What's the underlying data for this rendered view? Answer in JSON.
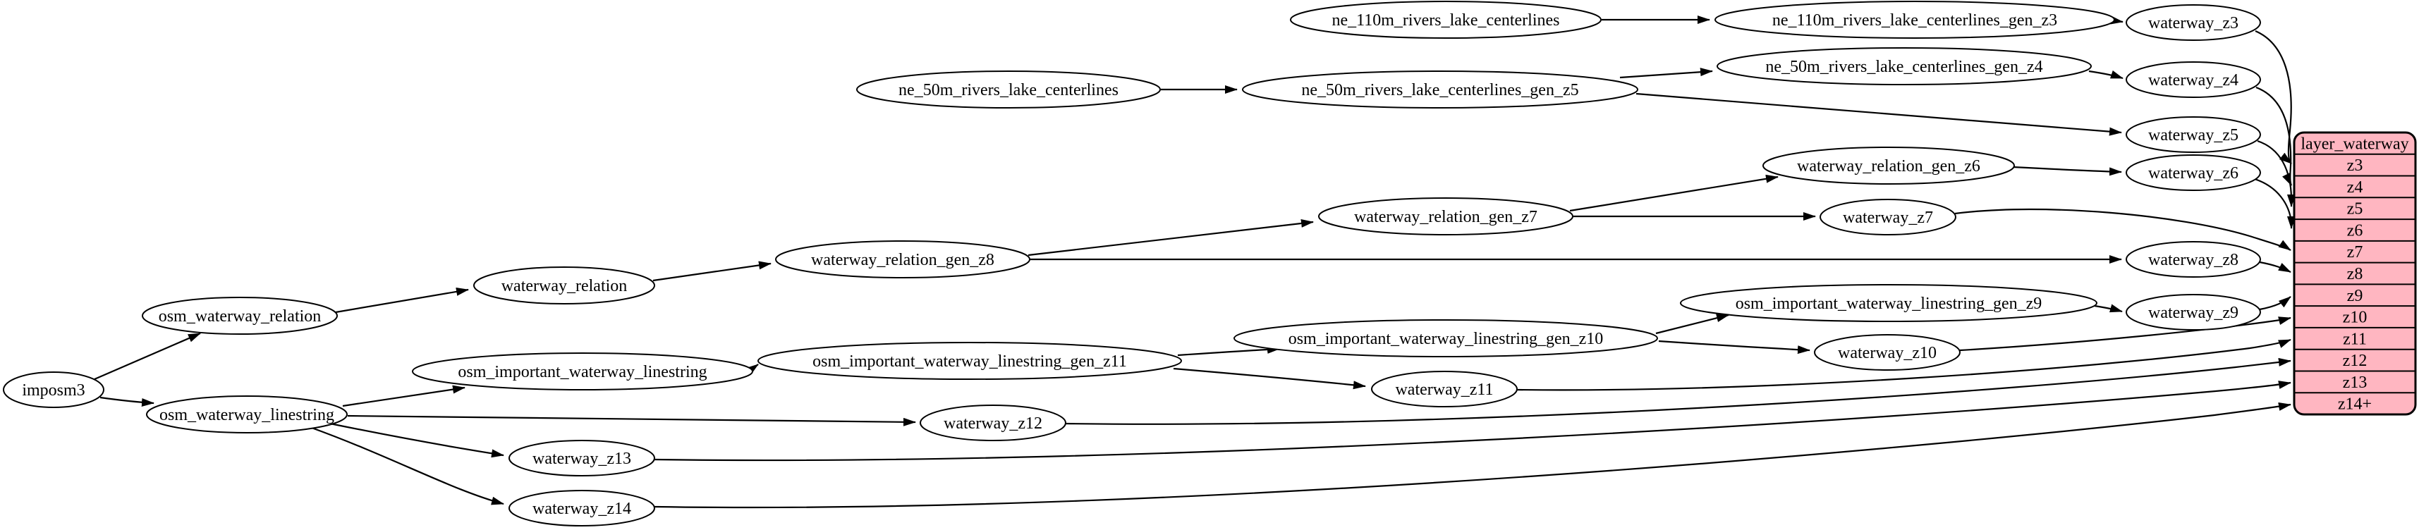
{
  "graph": {
    "background": "#ffffff",
    "node_fill": "#ffffff",
    "node_stroke": "#000000",
    "edge_color": "#000000",
    "nodes": [
      {
        "id": "imposm3",
        "label": "imposm3"
      },
      {
        "id": "osm_waterway_relation",
        "label": "osm_waterway_relation"
      },
      {
        "id": "osm_waterway_linestring",
        "label": "osm_waterway_linestring"
      },
      {
        "id": "waterway_relation",
        "label": "waterway_relation"
      },
      {
        "id": "osm_important_waterway_linestring",
        "label": "osm_important_waterway_linestring"
      },
      {
        "id": "waterway_relation_gen_z8",
        "label": "waterway_relation_gen_z8"
      },
      {
        "id": "waterway_relation_gen_z7",
        "label": "waterway_relation_gen_z7"
      },
      {
        "id": "waterway_relation_gen_z6",
        "label": "waterway_relation_gen_z6"
      },
      {
        "id": "osm_important_waterway_linestring_gen_z11",
        "label": "osm_important_waterway_linestring_gen_z11"
      },
      {
        "id": "osm_important_waterway_linestring_gen_z10",
        "label": "osm_important_waterway_linestring_gen_z10"
      },
      {
        "id": "osm_important_waterway_linestring_gen_z9",
        "label": "osm_important_waterway_linestring_gen_z9"
      },
      {
        "id": "ne_110m_rivers_lake_centerlines",
        "label": "ne_110m_rivers_lake_centerlines"
      },
      {
        "id": "ne_110m_rivers_lake_centerlines_gen_z3",
        "label": "ne_110m_rivers_lake_centerlines_gen_z3"
      },
      {
        "id": "ne_50m_rivers_lake_centerlines",
        "label": "ne_50m_rivers_lake_centerlines"
      },
      {
        "id": "ne_50m_rivers_lake_centerlines_gen_z5",
        "label": "ne_50m_rivers_lake_centerlines_gen_z5"
      },
      {
        "id": "ne_50m_rivers_lake_centerlines_gen_z4",
        "label": "ne_50m_rivers_lake_centerlines_gen_z4"
      },
      {
        "id": "waterway_z3",
        "label": "waterway_z3"
      },
      {
        "id": "waterway_z4",
        "label": "waterway_z4"
      },
      {
        "id": "waterway_z5",
        "label": "waterway_z5"
      },
      {
        "id": "waterway_z6",
        "label": "waterway_z6"
      },
      {
        "id": "waterway_z7",
        "label": "waterway_z7"
      },
      {
        "id": "waterway_z8",
        "label": "waterway_z8"
      },
      {
        "id": "waterway_z9",
        "label": "waterway_z9"
      },
      {
        "id": "waterway_z10",
        "label": "waterway_z10"
      },
      {
        "id": "waterway_z11",
        "label": "waterway_z11"
      },
      {
        "id": "waterway_z12",
        "label": "waterway_z12"
      },
      {
        "id": "waterway_z13",
        "label": "waterway_z13"
      },
      {
        "id": "waterway_z14",
        "label": "waterway_z14"
      }
    ],
    "edges": [
      {
        "from": "imposm3",
        "to": "osm_waterway_relation"
      },
      {
        "from": "imposm3",
        "to": "osm_waterway_linestring"
      },
      {
        "from": "osm_waterway_relation",
        "to": "waterway_relation"
      },
      {
        "from": "waterway_relation",
        "to": "waterway_relation_gen_z8"
      },
      {
        "from": "waterway_relation_gen_z8",
        "to": "waterway_relation_gen_z7"
      },
      {
        "from": "waterway_relation_gen_z7",
        "to": "waterway_relation_gen_z6"
      },
      {
        "from": "waterway_relation_gen_z6",
        "to": "waterway_z6"
      },
      {
        "from": "waterway_relation_gen_z7",
        "to": "waterway_z7"
      },
      {
        "from": "waterway_relation_gen_z8",
        "to": "waterway_z8"
      },
      {
        "from": "osm_waterway_linestring",
        "to": "osm_important_waterway_linestring"
      },
      {
        "from": "osm_important_waterway_linestring",
        "to": "osm_important_waterway_linestring_gen_z11"
      },
      {
        "from": "osm_important_waterway_linestring_gen_z11",
        "to": "osm_important_waterway_linestring_gen_z10"
      },
      {
        "from": "osm_important_waterway_linestring_gen_z10",
        "to": "osm_important_waterway_linestring_gen_z9"
      },
      {
        "from": "osm_important_waterway_linestring_gen_z9",
        "to": "waterway_z9"
      },
      {
        "from": "osm_important_waterway_linestring_gen_z10",
        "to": "waterway_z10"
      },
      {
        "from": "osm_important_waterway_linestring_gen_z11",
        "to": "waterway_z11"
      },
      {
        "from": "osm_waterway_linestring",
        "to": "waterway_z12"
      },
      {
        "from": "osm_waterway_linestring",
        "to": "waterway_z13"
      },
      {
        "from": "osm_waterway_linestring",
        "to": "waterway_z14"
      },
      {
        "from": "ne_110m_rivers_lake_centerlines",
        "to": "ne_110m_rivers_lake_centerlines_gen_z3"
      },
      {
        "from": "ne_110m_rivers_lake_centerlines_gen_z3",
        "to": "waterway_z3"
      },
      {
        "from": "ne_50m_rivers_lake_centerlines",
        "to": "ne_50m_rivers_lake_centerlines_gen_z5"
      },
      {
        "from": "ne_50m_rivers_lake_centerlines_gen_z5",
        "to": "ne_50m_rivers_lake_centerlines_gen_z4"
      },
      {
        "from": "ne_50m_rivers_lake_centerlines_gen_z4",
        "to": "waterway_z4"
      },
      {
        "from": "ne_50m_rivers_lake_centerlines_gen_z5",
        "to": "waterway_z5"
      },
      {
        "from": "waterway_z3",
        "to": "layer_waterway.z3"
      },
      {
        "from": "waterway_z4",
        "to": "layer_waterway.z4"
      },
      {
        "from": "waterway_z5",
        "to": "layer_waterway.z5"
      },
      {
        "from": "waterway_z6",
        "to": "layer_waterway.z6"
      },
      {
        "from": "waterway_z7",
        "to": "layer_waterway.z7"
      },
      {
        "from": "waterway_z8",
        "to": "layer_waterway.z8"
      },
      {
        "from": "waterway_z9",
        "to": "layer_waterway.z9"
      },
      {
        "from": "waterway_z10",
        "to": "layer_waterway.z10"
      },
      {
        "from": "waterway_z11",
        "to": "layer_waterway.z11"
      },
      {
        "from": "waterway_z12",
        "to": "layer_waterway.z12"
      },
      {
        "from": "waterway_z13",
        "to": "layer_waterway.z13"
      },
      {
        "from": "waterway_z14",
        "to": "layer_waterway.z14+"
      }
    ]
  },
  "table": {
    "title": "layer_waterway",
    "rows": [
      "z3",
      "z4",
      "z5",
      "z6",
      "z7",
      "z8",
      "z9",
      "z10",
      "z11",
      "z12",
      "z13",
      "z14+"
    ],
    "fill": "#ffb6c1",
    "stroke": "#000000"
  }
}
